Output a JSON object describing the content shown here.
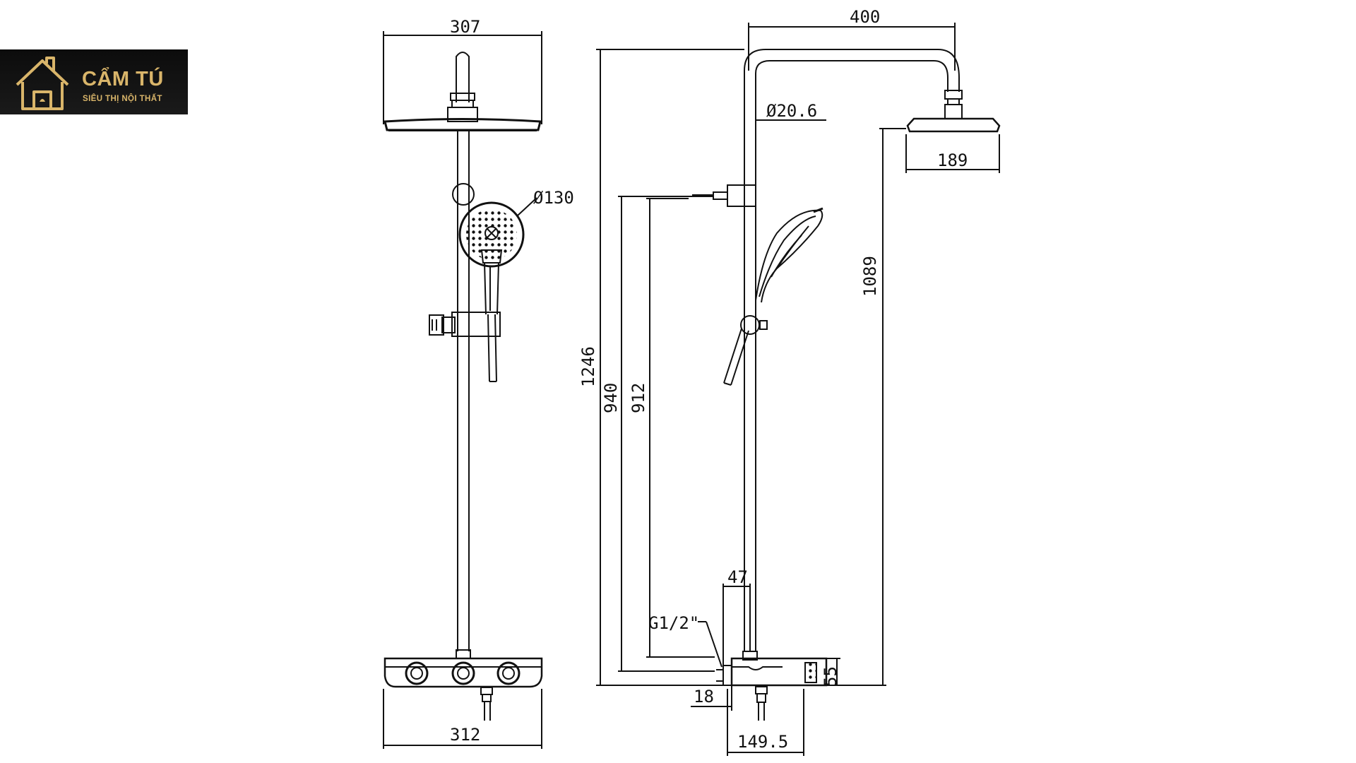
{
  "logo": {
    "brand": "CẨM TÚ",
    "tagline": "SIÊU THỊ NỘI THẤT",
    "color": "#d9b56a"
  },
  "dimensions": {
    "head_width_front": "307",
    "hand_shower_diameter": "Ø130",
    "base_width_front": "312",
    "arm_length": "400",
    "pipe_diameter": "Ø20.6",
    "head_width_side": "189",
    "total_height": "1246",
    "height_940": "940",
    "height_912": "912",
    "head_height": "1089",
    "offset_47": "47",
    "thread_size": "G1/2\"",
    "base_height": "55",
    "offset_18": "18",
    "base_depth": "149.5"
  }
}
